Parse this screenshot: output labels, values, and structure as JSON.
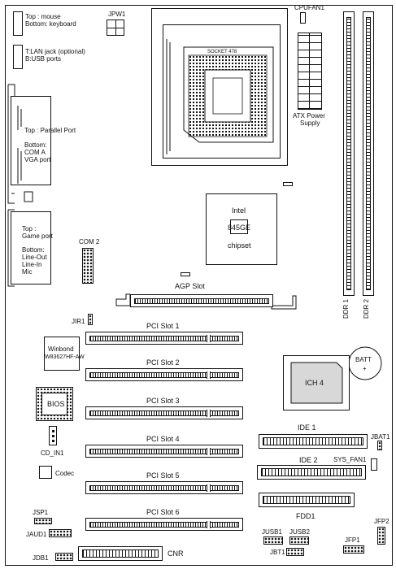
{
  "labels": {
    "mouse_kb_top": "Top : mouse",
    "mouse_kb_bottom": "Bottom: keyboard",
    "jpw1": "JPW1",
    "cpufan1": "CPUFAN1",
    "cpu_socket_text": "SOCKET 478",
    "lan_top": "T:LAN jack (optional)",
    "lan_bottom": "B:USB ports",
    "parallel_top": "Top : Parallel Port",
    "parallel_bottom1": "Bottom:",
    "parallel_bottom2": "COM A",
    "parallel_bottom3": "VGA port",
    "atx_line1": "ATX Power",
    "atx_line2": "Supply",
    "ddr1": "DDR 1",
    "ddr2": "DDR 2",
    "northbridge_line1": "Intel",
    "northbridge_line2": "845GE",
    "northbridge_line3": "chipset",
    "game_top1": "Top :",
    "game_top2": "Game port",
    "game_bottom1": "Bottom:",
    "game_bottom2": "Line-Out",
    "game_bottom3": "Line-In",
    "game_bottom4": "Mic",
    "com2": "COM 2",
    "agp": "AGP Slot",
    "jir1": "JIR1",
    "pci1": "PCI Slot 1",
    "pci2": "PCI Slot 2",
    "pci3": "PCI Slot 3",
    "pci4": "PCI Slot 4",
    "pci5": "PCI Slot 5",
    "pci6": "PCI Slot 6",
    "winbond1": "Winbond",
    "winbond2": "W83627HF-AW",
    "batt": "BATT",
    "batt_plus": "+",
    "ich4": "ICH 4",
    "bios": "BIOS",
    "cd_in1": "CD_IN1",
    "codec": "Codec",
    "ide1": "IDE 1",
    "ide2": "IDE 2",
    "jbat1": "JBAT1",
    "sys_fan1": "SYS_FAN1",
    "fdd1": "FDD1",
    "jsp1": "JSP1",
    "jaud1": "JAUD1",
    "jdb1": "JDB1",
    "cnr": "CNR",
    "jusb1": "JUSB1",
    "jusb2": "JUSB2",
    "jbt1": "JBT1",
    "jfp1": "JFP1",
    "jfp2": "JFP2"
  },
  "colors": {
    "line": "#111111",
    "background": "#ffffff",
    "ich_fill": "#d8d8d8"
  }
}
